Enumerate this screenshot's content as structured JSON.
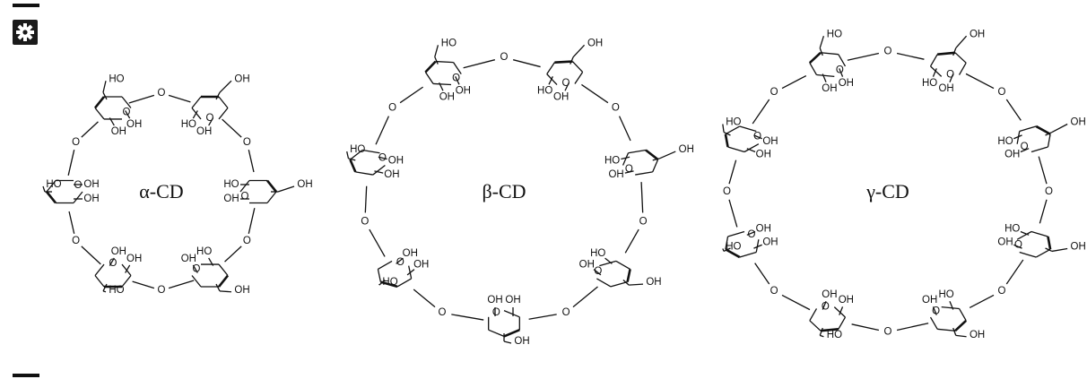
{
  "molecules": [
    {
      "name": "α-CD",
      "units": 6,
      "ring_label": "O",
      "oh_label": "OH",
      "ch2oh_label": "OH",
      "ho_label": "HO"
    },
    {
      "name": "β-CD",
      "units": 7,
      "ring_label": "O",
      "oh_label": "OH",
      "ch2oh_label": "OH",
      "ho_label": "HO"
    },
    {
      "name": "γ-CD",
      "units": 8,
      "ring_label": "O",
      "oh_label": "OH",
      "ch2oh_label": "OH",
      "ho_label": "HO"
    }
  ],
  "toolbar": {
    "gear_icon": "gear-icon"
  }
}
